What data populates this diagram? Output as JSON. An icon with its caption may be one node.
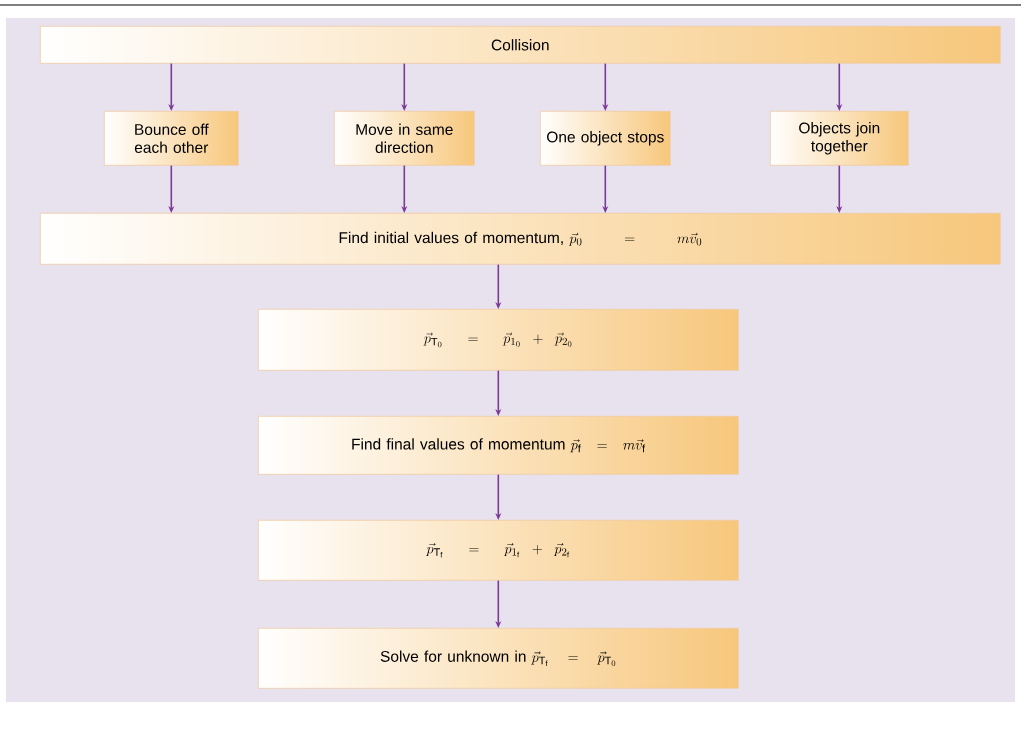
{
  "diagram": {
    "nodes": [
      {
        "text": [
          "Collision"
        ]
      },
      {
        "text": [
          "Bounce off each other"
        ]
      },
      {
        "text": [
          "Move in same direction"
        ]
      },
      {
        "text": [
          "One object stops"
        ]
      },
      {
        "text": [
          "Objects join together"
        ]
      },
      {
        "text": [
          "Find initial values of momentum,",
          "\\vec{p}_0 = m\\vec{v}_0"
        ]
      },
      {
        "text": [
          "\\vec{p}_{\\mathrm{T}_0} = \\vec{p}_{1_0} + \\vec{p}_{2_0}"
        ]
      },
      {
        "text": [
          "Find final values of momentum",
          "\\vec{p}_\\mathrm{f} = m\\vec{v}_\\mathrm{f}"
        ]
      },
      {
        "text": [
          "\\vec{p}_{\\mathrm{T}_\\mathrm{f}} = \\vec{p}_{1_\\mathrm{f}} + \\vec{p}_{2_\\mathrm{f}}"
        ]
      },
      {
        "text": [
          "Solve for unknown in",
          "\\vec{p}_{\\mathrm{T}_\\mathrm{f}} = \\vec{p}_{\\mathrm{T}_0}"
        ]
      }
    ],
    "edges": [
      {
        "from": 0,
        "to": 1,
        "arrow": "to"
      },
      {
        "from": 0,
        "to": 2,
        "arrow": "to"
      },
      {
        "from": 0,
        "to": 3,
        "arrow": "to"
      },
      {
        "from": 0,
        "to": 4,
        "arrow": "to"
      },
      {
        "from": 1,
        "to": 5,
        "arrow": "to"
      },
      {
        "from": 2,
        "to": 5,
        "arrow": "to"
      },
      {
        "from": 3,
        "to": 5,
        "arrow": "to"
      },
      {
        "from": 4,
        "to": 5,
        "arrow": "to"
      },
      {
        "from": 5,
        "to": 6,
        "arrow": "to"
      },
      {
        "from": 6,
        "to": 7,
        "arrow": "to"
      },
      {
        "from": 7,
        "to": 8,
        "arrow": "to"
      },
      {
        "from": 8,
        "to": 9,
        "arrow": "to"
      }
    ]
  }
}
